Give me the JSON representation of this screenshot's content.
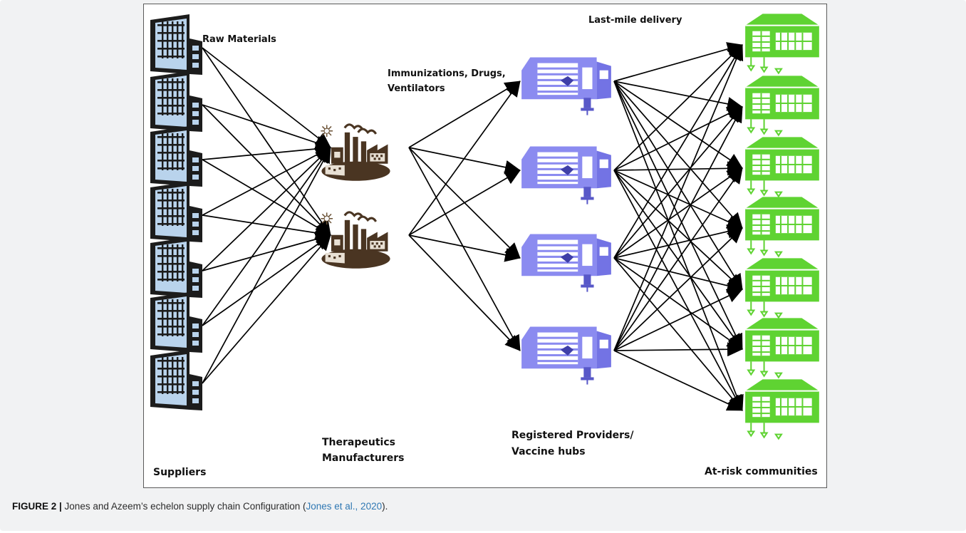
{
  "diagram": {
    "labels": {
      "raw_materials": "Raw Materials",
      "flow_line1": "Immunizations, Drugs,",
      "flow_line2": "Ventilators",
      "last_mile": "Last-mile delivery",
      "suppliers": "Suppliers",
      "manufacturers_line1": "Therapeutics",
      "manufacturers_line2": "Manufacturers",
      "providers_line1": "Registered Providers/",
      "providers_line2": "Vaccine hubs",
      "communities": "At-risk communities"
    },
    "tiers": [
      {
        "name": "suppliers",
        "icon": "office-building-icon",
        "count": 7,
        "color": "#b9d3ec"
      },
      {
        "name": "therapeutics-manufacturers",
        "icon": "factory-icon",
        "count": 2,
        "color": "#4a3522"
      },
      {
        "name": "vaccine-hubs",
        "icon": "warehouse-icon",
        "count": 4,
        "color": "#8b8bf0"
      },
      {
        "name": "at-risk-communities",
        "icon": "community-building-icon",
        "count": 7,
        "color": "#5fd332"
      }
    ],
    "connections": "complete bipartite links between each consecutive tier"
  },
  "caption": {
    "label": "FIGURE 2 |",
    "text": " Jones and Azeem’s echelon supply chain Configuration (",
    "citation": "Jones et al., 2020",
    "end": ")."
  }
}
